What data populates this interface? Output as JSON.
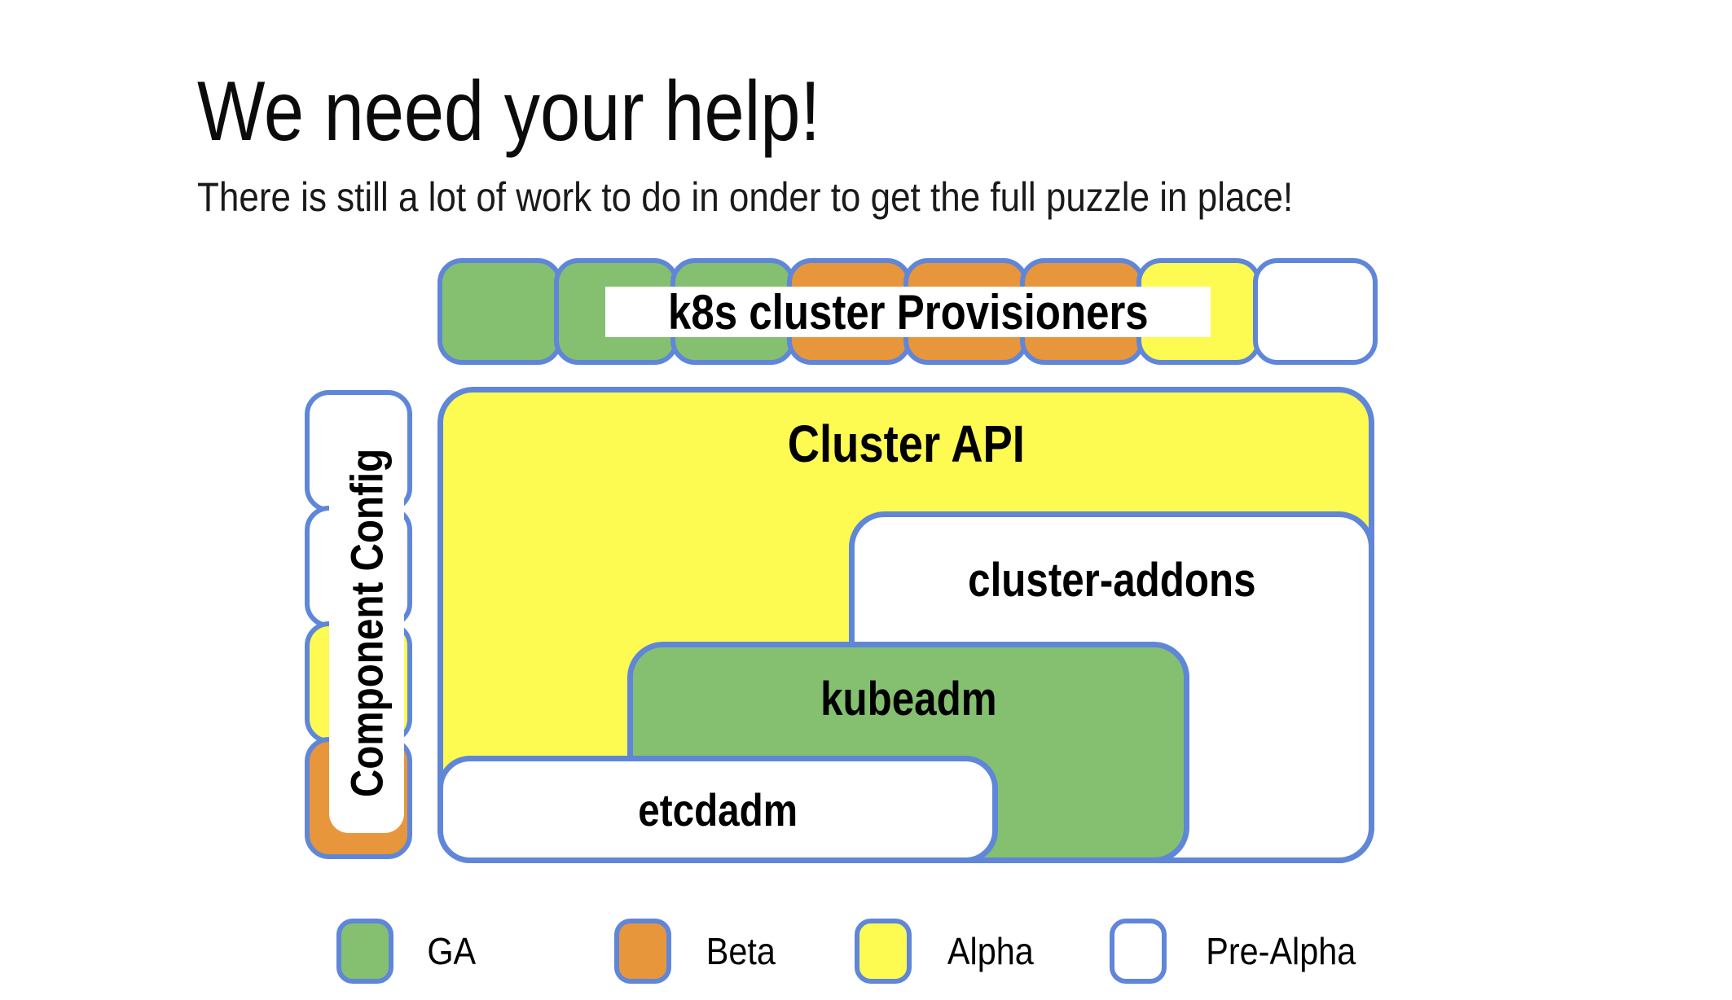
{
  "page": {
    "background": "#ffffff"
  },
  "colors": {
    "green": "#85c071",
    "orange": "#e8963b",
    "yellow": "#fdfa52",
    "white": "#ffffff",
    "border_blue": "#5f86d9",
    "text_black": "#000000",
    "squiggle_red": "#c74634",
    "background": "#ffffff"
  },
  "header": {
    "title": "We need your help!",
    "subtitle": "There is still a lot of work to do in onder to get the full puzzle in place!"
  },
  "diagram": {
    "provisioners_row": {
      "label": "k8s cluster Provisioners",
      "tiles": [
        "green",
        "green",
        "green",
        "orange",
        "orange",
        "orange",
        "yellow",
        "white"
      ]
    },
    "component_config": {
      "label": "Component Config",
      "tiles": [
        "white",
        "white",
        "yellow",
        "orange"
      ]
    },
    "cluster_api": {
      "label": "Cluster API",
      "status_color": "yellow"
    },
    "cluster_addons": {
      "label": "cluster-addons",
      "status_color": "white"
    },
    "kubeadm": {
      "label": "kubeadm",
      "status_color": "green"
    },
    "etcdadm": {
      "label": "etcdadm",
      "status_color": "white",
      "has_spellcheck_squiggle": true
    }
  },
  "legend": {
    "items": [
      {
        "label": "GA",
        "color_key": "green"
      },
      {
        "label": "Beta",
        "color_key": "orange"
      },
      {
        "label": "Alpha",
        "color_key": "yellow"
      },
      {
        "label": "Pre-Alpha",
        "color_key": "white"
      }
    ]
  }
}
